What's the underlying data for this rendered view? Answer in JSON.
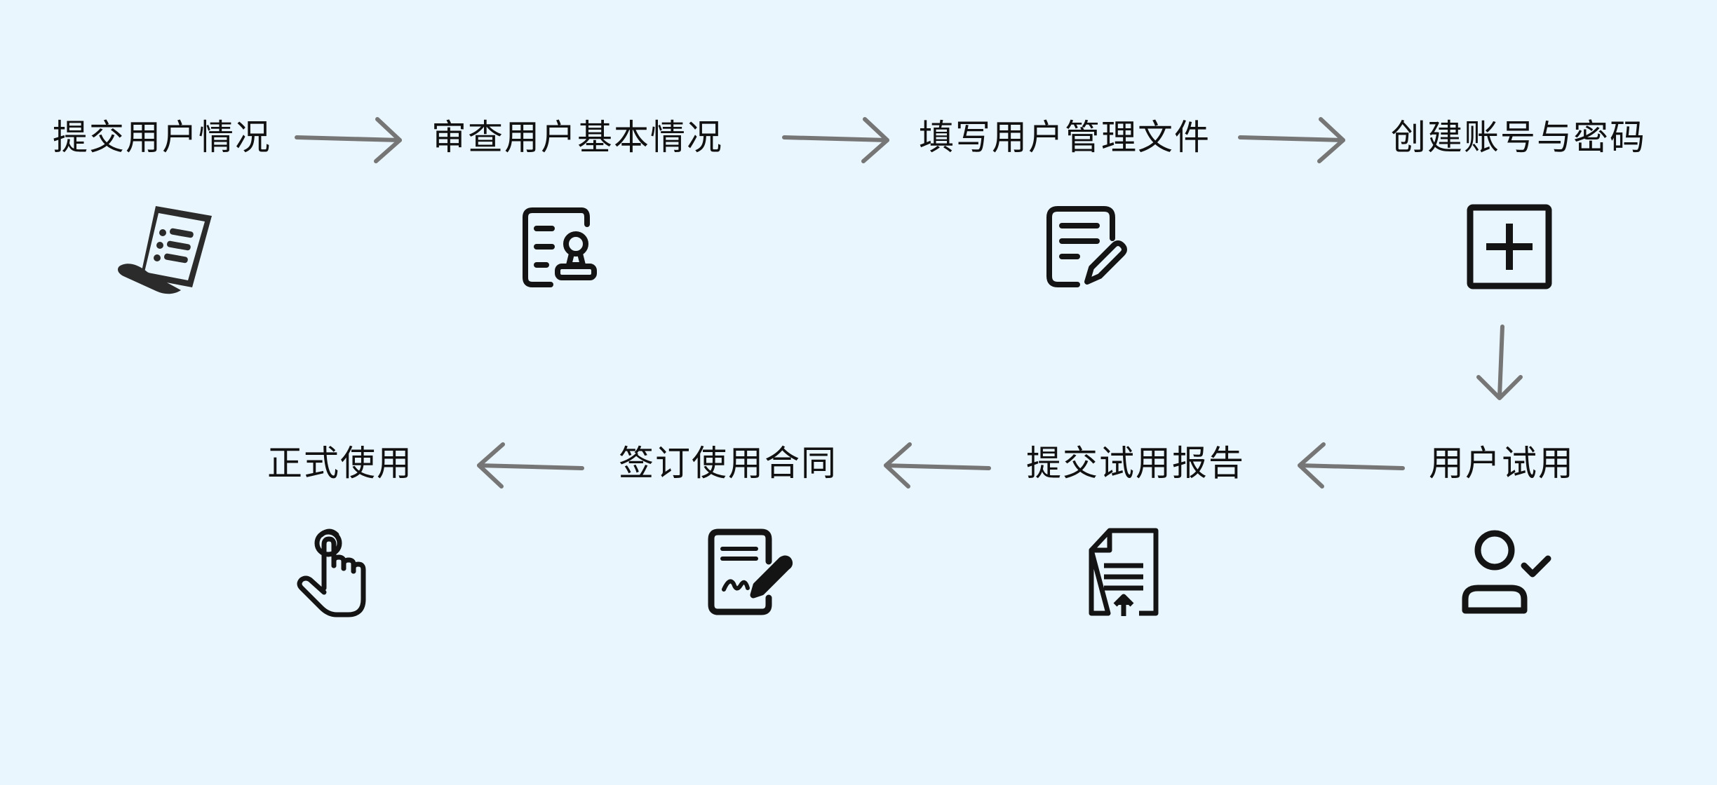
{
  "flow": {
    "row1": [
      {
        "label": "提交用户情况",
        "icon": "scroll-document-icon"
      },
      {
        "label": "审查用户基本情况",
        "icon": "document-stamp-icon"
      },
      {
        "label": "填写用户管理文件",
        "icon": "document-edit-icon"
      },
      {
        "label": "创建账号与密码",
        "icon": "plus-square-icon"
      }
    ],
    "row2": [
      {
        "label": "用户试用",
        "icon": "user-check-icon"
      },
      {
        "label": "提交试用报告",
        "icon": "document-upload-icon"
      },
      {
        "label": "签订使用合同",
        "icon": "contract-sign-icon"
      },
      {
        "label": "正式使用",
        "icon": "hand-tap-icon"
      }
    ]
  },
  "colors": {
    "background": "#eaf6fe",
    "text": "#111111",
    "icon": "#141414",
    "arrow": "#767676"
  }
}
